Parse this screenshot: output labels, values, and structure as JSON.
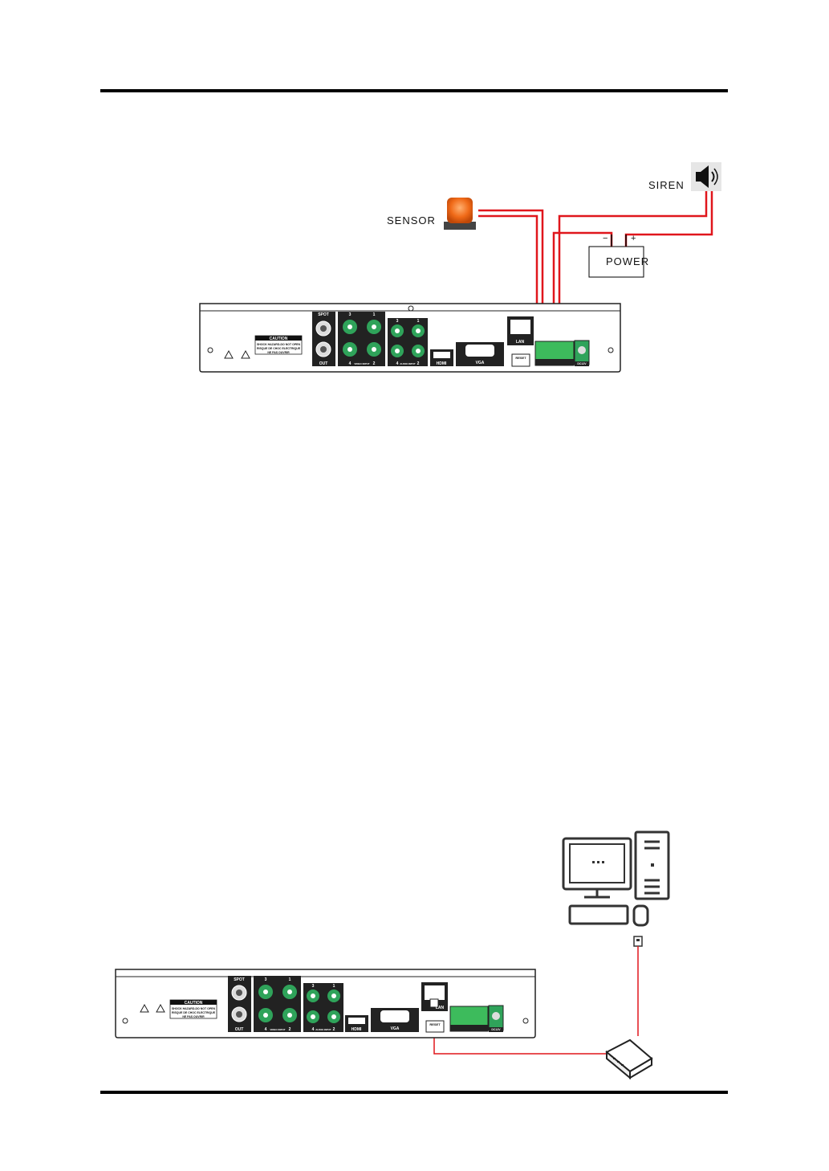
{
  "labels": {
    "siren": "SIREN",
    "sensor": "SENSOR",
    "power": "POWER",
    "power_minus": "−",
    "power_plus": "+"
  },
  "dvr_panel": {
    "spot": "SPOT",
    "out": "OUT",
    "caution_title": "CAUTION",
    "caution_line1": "SHOCK HAZARD-DO NOT OPEN",
    "caution_line2": "RISQUE DE CHOC ELECTRIQUE",
    "caution_line3": "NE PAS OUVRIR",
    "video_in": "VIDEO INPUT",
    "audio_in": "AUDIO INPUT",
    "ch1": "1",
    "ch2": "2",
    "ch3": "3",
    "ch4": "4",
    "hdmi": "HDMI",
    "vga": "VGA",
    "lan": "LAN",
    "reset": "RESET",
    "dc": "DC12V"
  },
  "colors": {
    "wire": "#e0161c",
    "bnc_green": "#2fa35a",
    "terminal_green": "#3dbb5c",
    "sensor_orange": "#f06a18"
  },
  "icons": [
    "speaker-icon",
    "alarm-light-icon",
    "computer-icon",
    "network-switch-icon",
    "rj45-plug-icon"
  ]
}
